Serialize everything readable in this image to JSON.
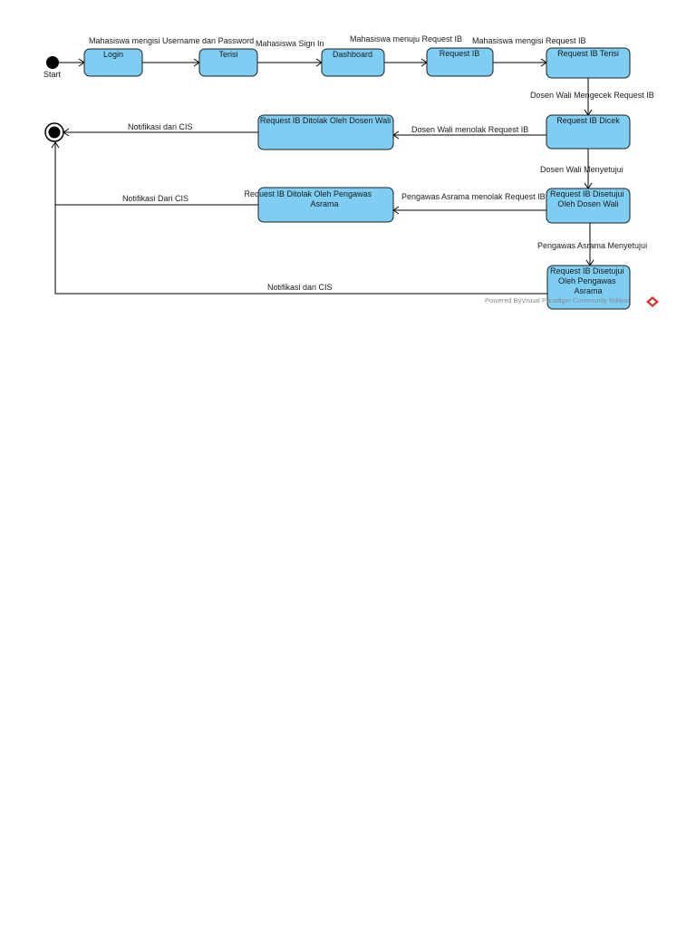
{
  "start": {
    "label": "Start"
  },
  "states": {
    "login": {
      "lines": [
        "Login"
      ]
    },
    "terisi": {
      "lines": [
        "Terisi"
      ]
    },
    "dashboard": {
      "lines": [
        "Dashboard"
      ]
    },
    "request_ib": {
      "lines": [
        "Request IB"
      ]
    },
    "request_ib_terisi": {
      "lines": [
        "Request IB Terisi"
      ]
    },
    "request_ib_dicek": {
      "lines": [
        "Request IB Dicek"
      ]
    },
    "ditolak_dosen_wali": {
      "lines": [
        "Request IB Ditolak Oleh Dosen Wali"
      ]
    },
    "disetujui_dosen_wali": {
      "lines": [
        "Request IB Disetujui",
        "Oleh Dosen Wali"
      ]
    },
    "ditolak_pengawas": {
      "lines": [
        "Request IB Ditolak Oleh Pengawas",
        "Asrama"
      ]
    },
    "disetujui_pengawas": {
      "lines": [
        "Request IB Disetujui",
        "Oleh Pengawas",
        "Asrama"
      ]
    }
  },
  "transitions": {
    "start_to_login": "",
    "login_to_terisi": "Mahasiswa mengisi Username dan Password",
    "terisi_to_dashboard": "Mahasiswa Sign In",
    "dashboard_to_request": "Mahasiswa menuju Request IB",
    "request_to_terisi": "Mahasiswa mengisi Request IB",
    "terisi_to_dicek": "Dosen Wali Mengecek Request IB",
    "dicek_to_ditolak_dw": "Dosen Wali menolak Request IB",
    "dicek_to_disetujui_dw": "Dosen Wali Menyetujui",
    "disetujui_dw_to_ditolak_pa": "Pengawas Asrama menolak Request IB",
    "disetujui_dw_to_disetujui_pa": "Pengawas Asrama Menyetujui",
    "ditolak_dw_to_end": "Notifikasi dari CIS",
    "ditolak_pa_to_end": "Notifikasi Dari CIS",
    "disetujui_pa_to_end": "Notifikasi dari CIS"
  },
  "watermark": {
    "text": "Powered ByVisual Paradigm Community Edition"
  },
  "colors": {
    "state_fill": "#7ecef4",
    "state_stroke": "#1e1e1e",
    "line": "#000000",
    "watermark_logo": "#d9342b"
  }
}
